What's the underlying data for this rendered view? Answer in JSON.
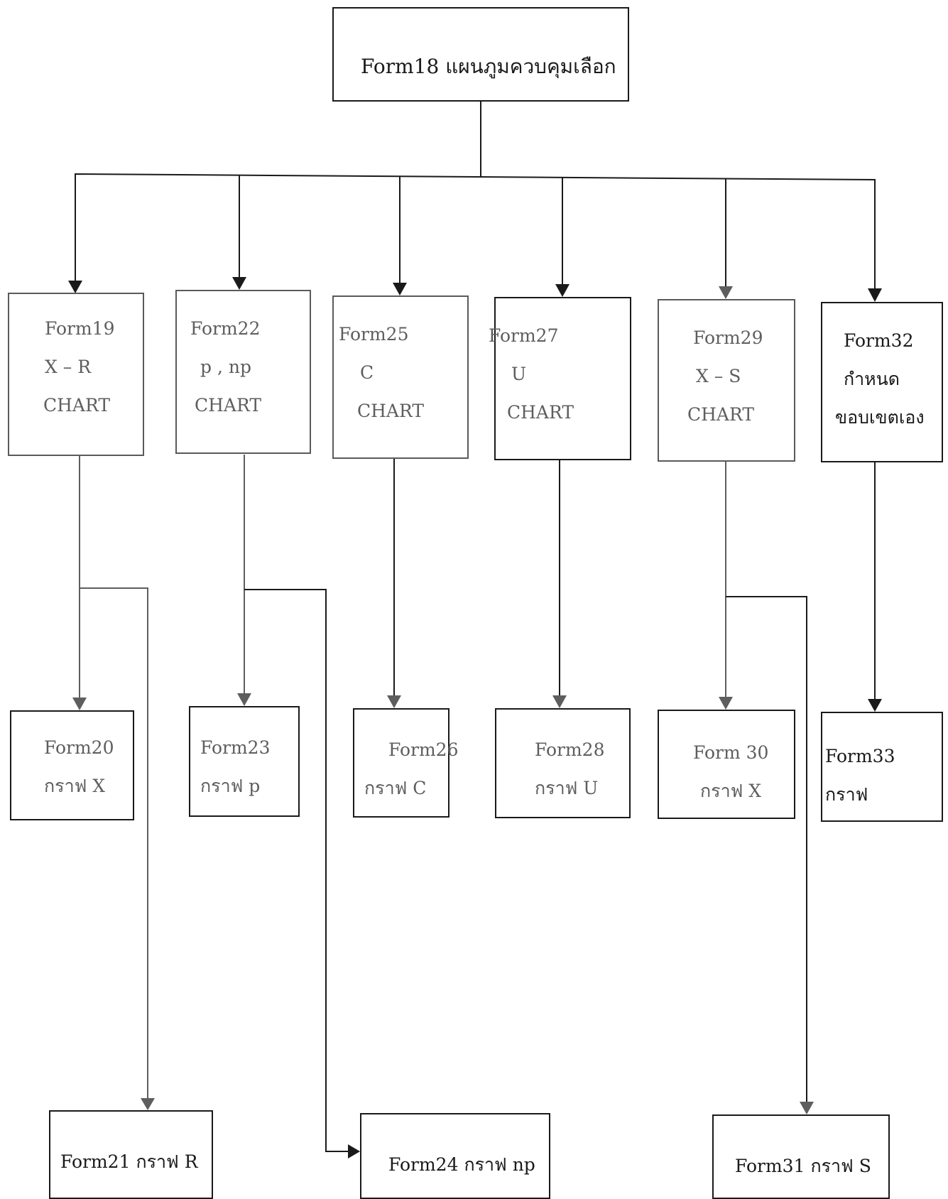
{
  "nodes": {
    "form18": {
      "line1": "Form18 แผนภูมควบคุมเลือก"
    },
    "form19": {
      "line1": "Form19",
      "line2": "X – R",
      "line3": "CHART"
    },
    "form22": {
      "line1": "Form22",
      "line2": "p , np",
      "line3": "CHART"
    },
    "form25": {
      "line1": "Form25",
      "line2": "C",
      "line3": "CHART"
    },
    "form27": {
      "line1": "Form27",
      "line2": "U",
      "line3": "CHART"
    },
    "form29": {
      "line1": "Form29",
      "line2": "X – S",
      "line3": "CHART"
    },
    "form32": {
      "line1": "Form32",
      "line2": "กำหนด",
      "line3": "ขอบเขตเอง"
    },
    "form20": {
      "line1": "Form20",
      "line2": "กราฟ X"
    },
    "form23": {
      "line1": "Form23",
      "line2": "กราฟ p"
    },
    "form26": {
      "line1": "Form26",
      "line2": "กราฟ C"
    },
    "form28": {
      "line1": "Form28",
      "line2": "กราฟ U"
    },
    "form30": {
      "line1": "Form 30",
      "line2": "กราฟ X"
    },
    "form33": {
      "line1": "Form33",
      "line2": "กราฟ"
    },
    "form21": {
      "line1": "Form21  กราฟ R"
    },
    "form24": {
      "line1": "Form24 กราฟ np"
    },
    "form31": {
      "line1": "Form31 กราฟ S"
    }
  },
  "edges": [
    {
      "from": "form18",
      "to": "form19"
    },
    {
      "from": "form18",
      "to": "form22"
    },
    {
      "from": "form18",
      "to": "form25"
    },
    {
      "from": "form18",
      "to": "form27"
    },
    {
      "from": "form18",
      "to": "form29"
    },
    {
      "from": "form18",
      "to": "form32"
    },
    {
      "from": "form19",
      "to": "form20"
    },
    {
      "from": "form19",
      "to": "form21"
    },
    {
      "from": "form22",
      "to": "form23"
    },
    {
      "from": "form22",
      "to": "form24"
    },
    {
      "from": "form25",
      "to": "form26"
    },
    {
      "from": "form27",
      "to": "form28"
    },
    {
      "from": "form29",
      "to": "form30"
    },
    {
      "from": "form29",
      "to": "form31"
    },
    {
      "from": "form32",
      "to": "form33"
    }
  ],
  "colors": {
    "dark": "#1a1a1a",
    "light": "#5e5e5e",
    "background": "#ffffff"
  }
}
